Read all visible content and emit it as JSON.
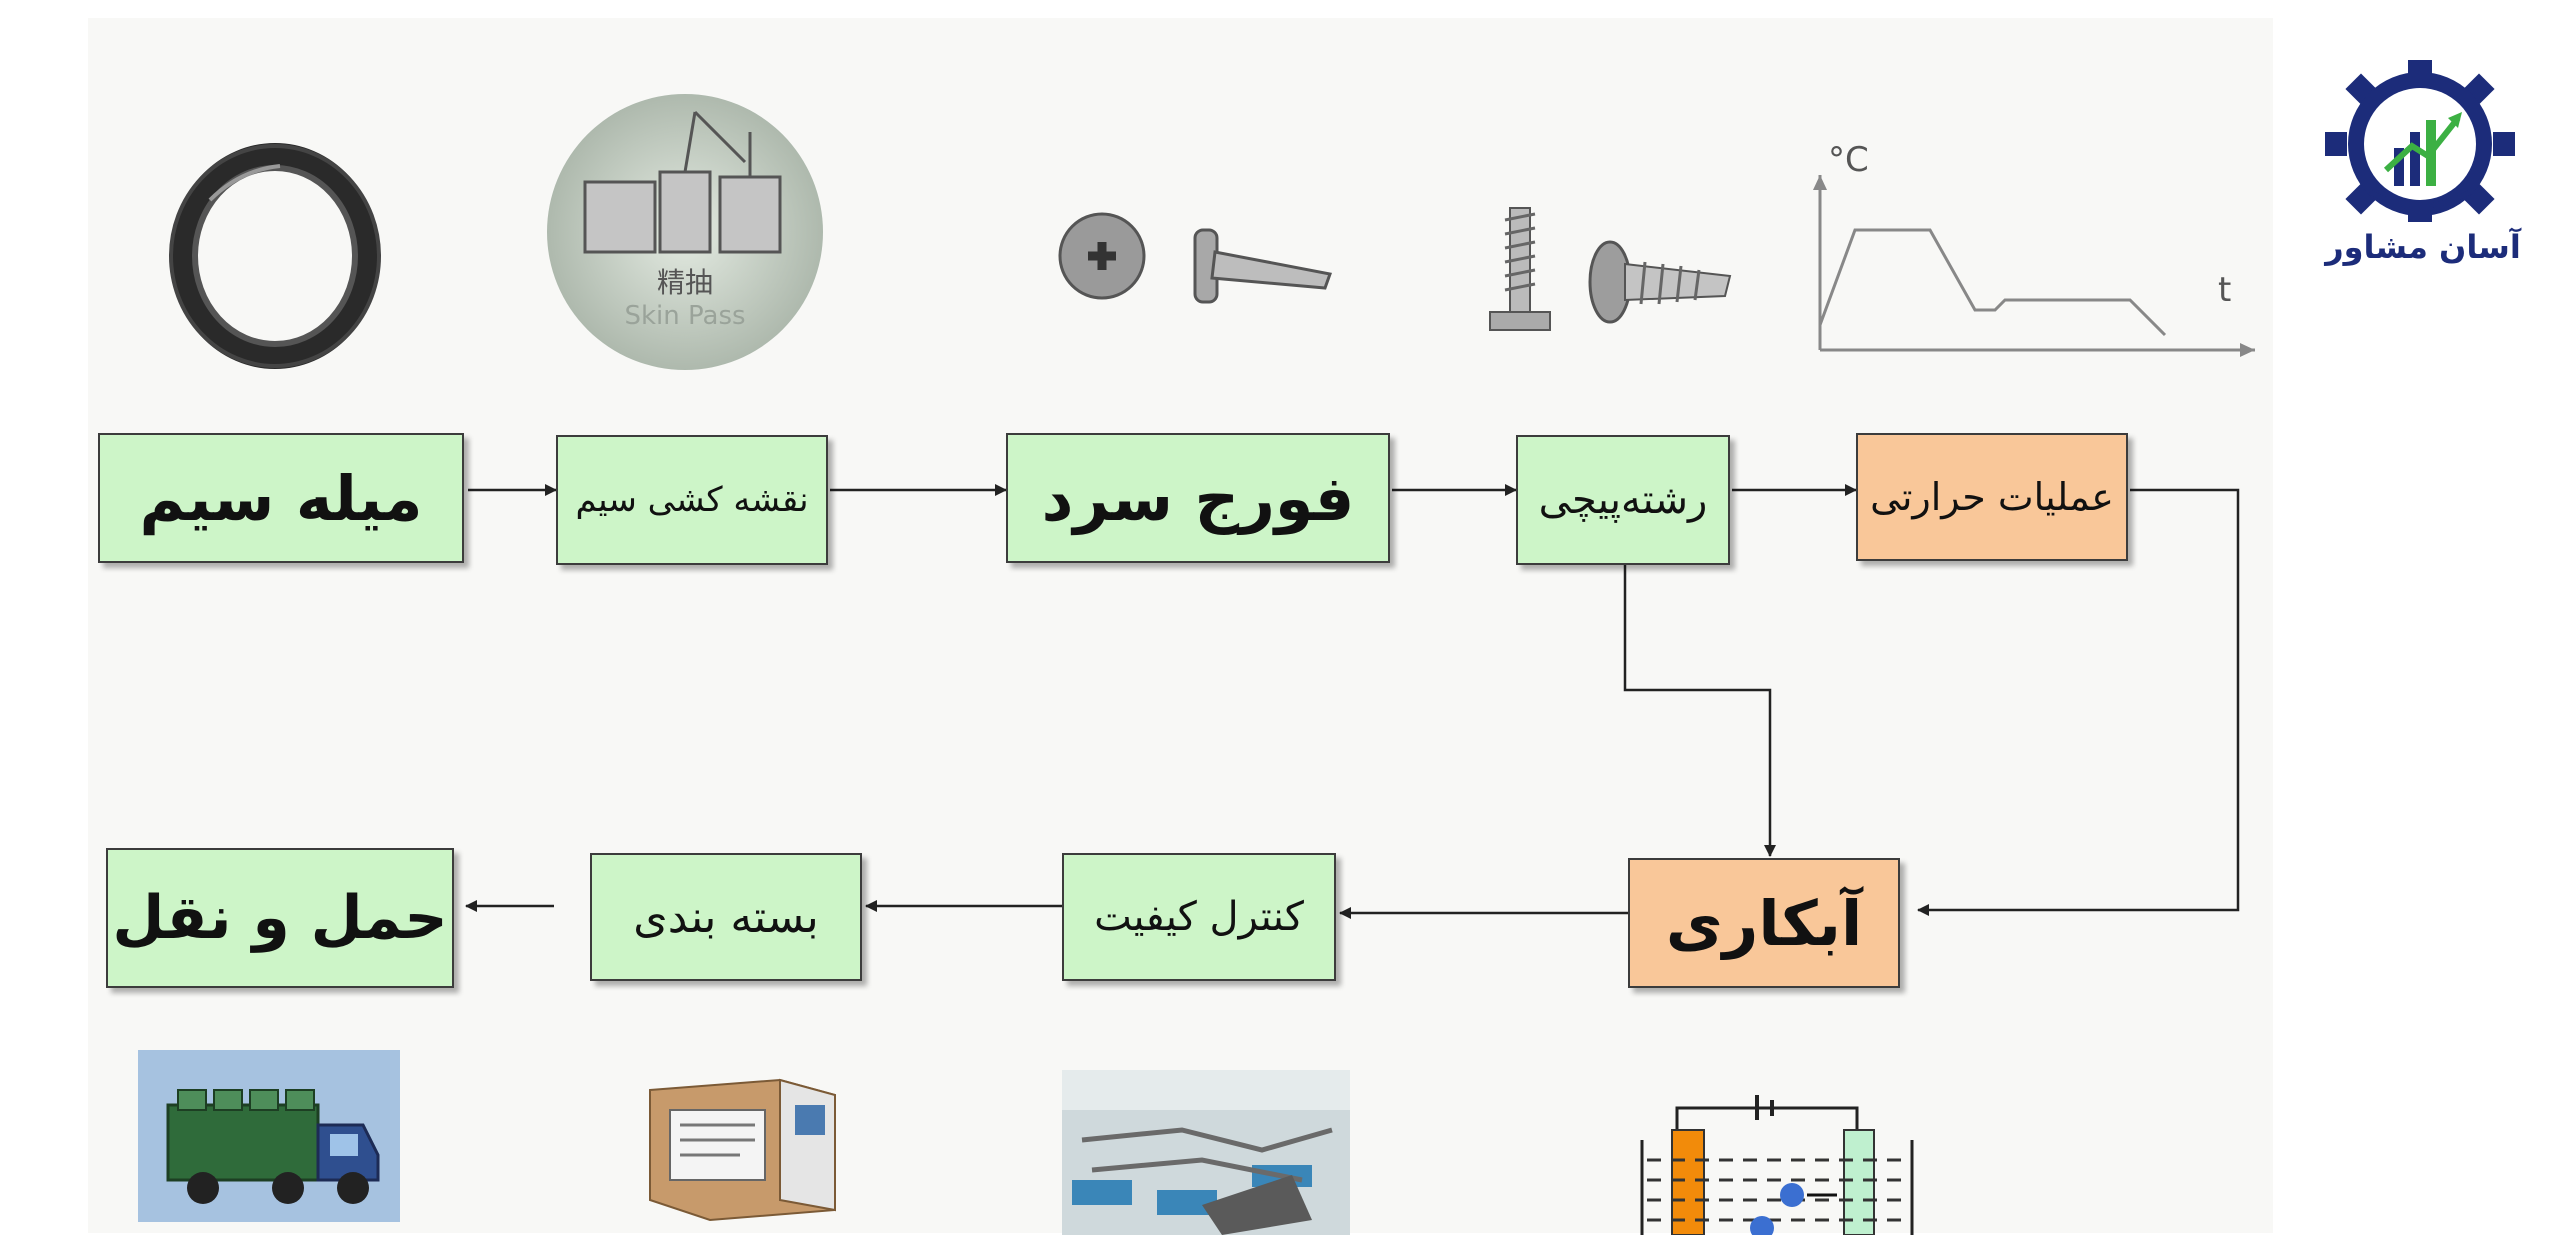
{
  "logo": {
    "text": "آسان مشاور",
    "color": "#1c2c7a",
    "accent": "#3cb043"
  },
  "steps": {
    "wire_rod": "میله سیم",
    "wire_drawing": "نقشه کشی سیم",
    "cold_forging": "فورج سرد",
    "threading": "رشته‌پیچی",
    "heat_treatment": "عملیات حرارتی",
    "plating": "آبکاری",
    "quality_control": "کنترل کیفیت",
    "packaging": "بسته بندی",
    "transport": "حمل و نقل"
  },
  "illustrations": {
    "skin_pass_cn": "精抽",
    "skin_pass_en": "Skin Pass",
    "temp_unit": "°C",
    "time_axis": "t"
  },
  "colors": {
    "process_box": "#cdf5c8",
    "highlight_box": "#f9c799"
  }
}
